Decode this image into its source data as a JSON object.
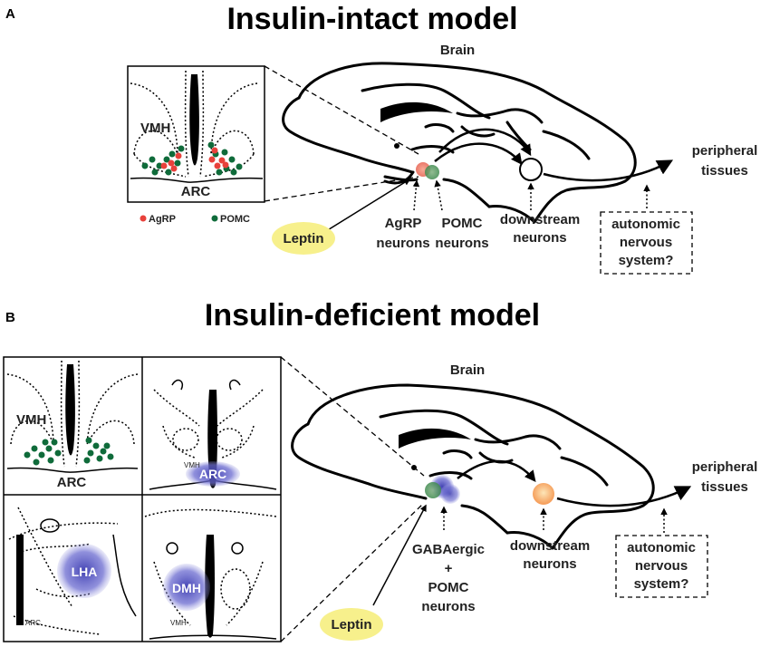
{
  "panel_a": {
    "letter": "A",
    "title": "Insulin-intact model",
    "brain_label": "Brain",
    "inset": {
      "vmh": "VMH",
      "arc": "ARC",
      "legend_agrp": "AgRP",
      "legend_pomc": "POMC"
    },
    "leptin": "Leptin",
    "agrp_neurons": [
      "AgRP",
      "neurons"
    ],
    "pomc_neurons": [
      "POMC",
      "neurons"
    ],
    "downstream": [
      "downstream",
      "neurons"
    ],
    "peripheral": [
      "peripheral",
      "tissues"
    ],
    "autonomic": [
      "autonomic",
      "nervous",
      "system?"
    ]
  },
  "panel_b": {
    "letter": "B",
    "title": "Insulin-deficient model",
    "brain_label": "Brain",
    "inset": {
      "vmh": "VMH",
      "arc": "ARC",
      "vmh_small": "VMH",
      "arc_blob": "ARC",
      "lha": "LHA",
      "dmh": "DMH",
      "vmh_small2": "VMH",
      "arc_small": "ARC"
    },
    "leptin": "Leptin",
    "gaba_pomc": [
      "GABAergic",
      "+",
      "POMC",
      "neurons"
    ],
    "downstream": [
      "downstream",
      "neurons"
    ],
    "peripheral": [
      "peripheral",
      "tissues"
    ],
    "autonomic": [
      "autonomic",
      "nervous",
      "system?"
    ]
  },
  "colors": {
    "agrp": "#e8413b",
    "pomc": "#0f6b3a",
    "leptin_fill": "#f7f08c",
    "blob": "#5a5ac8",
    "downstream_fill": "#f7b57a"
  }
}
